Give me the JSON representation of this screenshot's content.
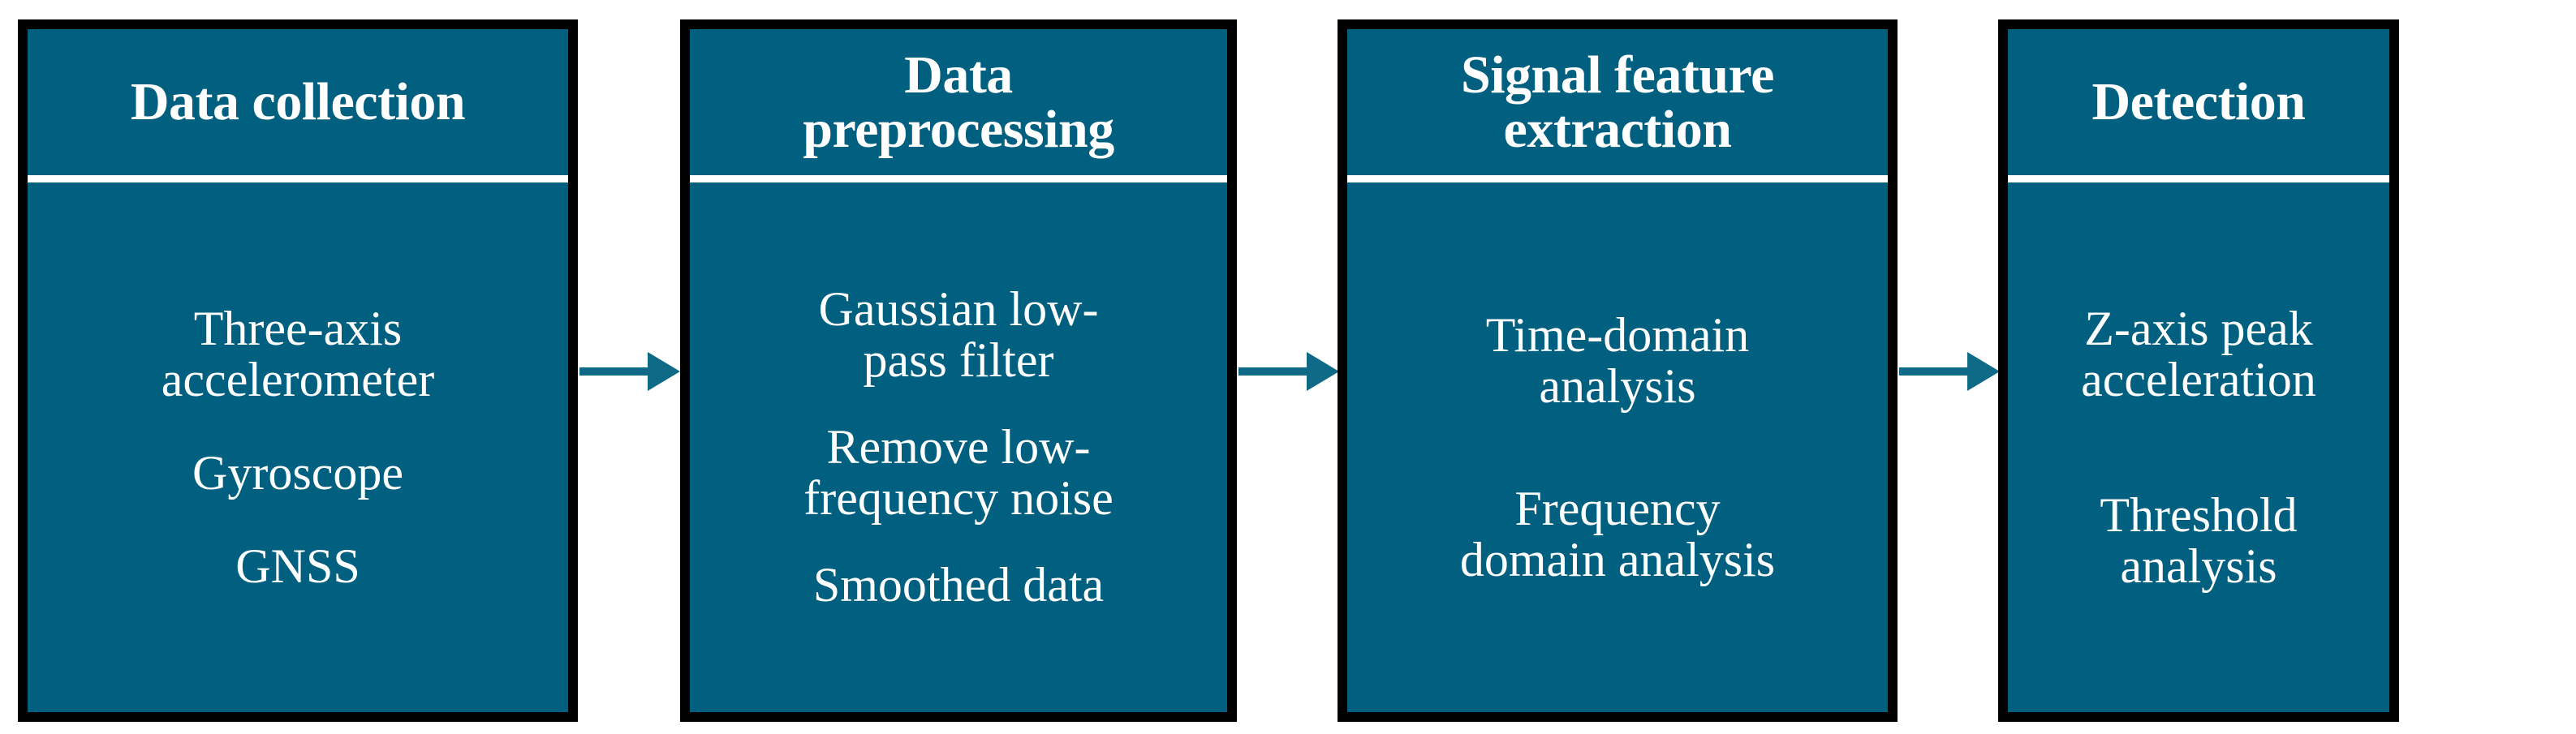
{
  "diagram": {
    "type": "flowchart",
    "orientation": "left-to-right",
    "colors": {
      "box_fill": "#015F7F",
      "box_border": "#000000",
      "text": "#FFFFFF",
      "divider": "#FFFFFF",
      "arrow": "#0F6A88",
      "background": "#FFFFFF"
    },
    "stages": [
      {
        "id": "data-collection",
        "title": "Data collection",
        "items": [
          "Three-axis\naccelerometer",
          "Gyroscope",
          "GNSS"
        ]
      },
      {
        "id": "data-preprocessing",
        "title": "Data\npreprocessing",
        "items": [
          "Gaussian low-\npass filter",
          "Remove low-\nfrequency noise",
          "Smoothed data"
        ]
      },
      {
        "id": "signal-feature-extraction",
        "title": "Signal feature\nextraction",
        "items": [
          "Time-domain\nanalysis",
          "Frequency\ndomain analysis"
        ]
      },
      {
        "id": "detection",
        "title": "Detection",
        "items": [
          "Z-axis peak\nacceleration",
          "Threshold\nanalysis"
        ]
      }
    ],
    "connectors": [
      {
        "id": "arrow-1",
        "from": "data-collection",
        "to": "data-preprocessing",
        "glyph": "arrow-right-icon"
      },
      {
        "id": "arrow-2",
        "from": "data-preprocessing",
        "to": "signal-feature-extraction",
        "glyph": "arrow-right-icon"
      },
      {
        "id": "arrow-3",
        "from": "signal-feature-extraction",
        "to": "detection",
        "glyph": "arrow-right-icon"
      }
    ]
  }
}
